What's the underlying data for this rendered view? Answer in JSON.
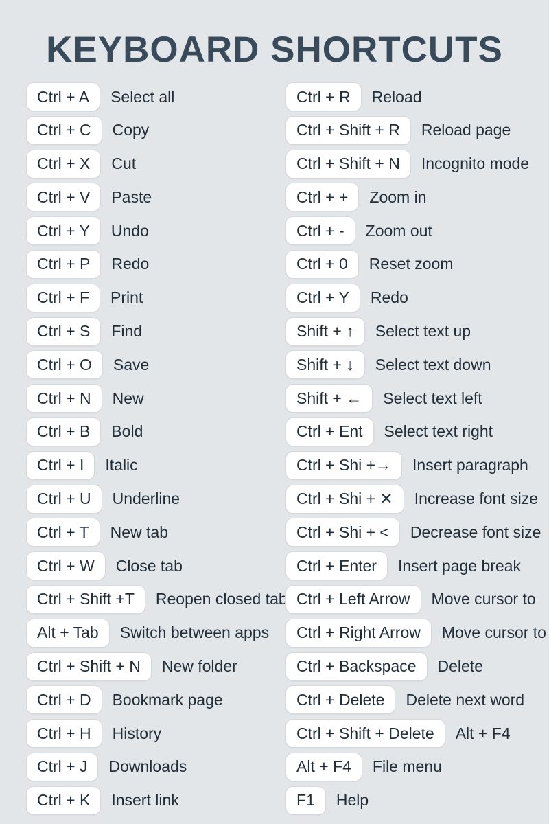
{
  "page": {
    "title": "KEYBOARD SHORTCUTS"
  },
  "colors": {
    "background": "#e3e6e9",
    "key_background": "#ffffff",
    "key_border": "#d4d9dd",
    "text": "#222f3a",
    "title": "#394b5b"
  },
  "shortcuts": {
    "left": [
      {
        "keys": "Ctrl + A",
        "action": "Select all"
      },
      {
        "keys": "Ctrl + C",
        "action": "Copy"
      },
      {
        "keys": "Ctrl + X",
        "action": "Cut"
      },
      {
        "keys": "Ctrl + V",
        "action": "Paste"
      },
      {
        "keys": "Ctrl + Y",
        "action": "Undo"
      },
      {
        "keys": "Ctrl + P",
        "action": "Redo"
      },
      {
        "keys": "Ctrl + F",
        "action": "Print"
      },
      {
        "keys": "Ctrl + S",
        "action": "Find"
      },
      {
        "keys": "Ctrl + O",
        "action": "Save"
      },
      {
        "keys": "Ctrl + N",
        "action": "New"
      },
      {
        "keys": "Ctrl + B",
        "action": "Bold"
      },
      {
        "keys": "Ctrl + I",
        "action": "Italic"
      },
      {
        "keys": "Ctrl + U",
        "action": "Underline"
      },
      {
        "keys": "Ctrl + T",
        "action": "New tab"
      },
      {
        "keys": "Ctrl + W",
        "action": "Close tab"
      },
      {
        "keys": "Ctrl + Shift +T",
        "action": "Reopen closed tab"
      },
      {
        "keys": "Alt + Tab",
        "action": "Switch between apps"
      },
      {
        "keys": "Ctrl + Shift + N",
        "action": "New folder"
      },
      {
        "keys": "Ctrl + D",
        "action": "Bookmark page"
      },
      {
        "keys": "Ctrl + H",
        "action": "History"
      },
      {
        "keys": "Ctrl + J",
        "action": "Downloads"
      },
      {
        "keys": "Ctrl + K",
        "action": "Insert link"
      }
    ],
    "right": [
      {
        "keys": "Ctrl + R",
        "action": "Reload"
      },
      {
        "keys": "Ctrl + Shift + R",
        "action": "Reload page"
      },
      {
        "keys": "Ctrl + Shift + N",
        "action": "Incognito mode"
      },
      {
        "keys": "Ctrl + +",
        "action": "Zoom in"
      },
      {
        "keys": "Ctrl + -",
        "action": "Zoom out"
      },
      {
        "keys": "Ctrl + 0",
        "action": "Reset zoom"
      },
      {
        "keys": "Ctrl + Y",
        "action": "Redo"
      },
      {
        "keys": "Shift + ↑",
        "action": "Select text up"
      },
      {
        "keys": "Shift + ↓",
        "action": "Select text down"
      },
      {
        "keys": "Shift + ←",
        "action": "Select text left"
      },
      {
        "keys": "Ctrl + Ent",
        "action": "Select text right"
      },
      {
        "keys": "Ctrl + Shi +→",
        "action": "Insert paragraph"
      },
      {
        "keys": "Ctrl + Shi + ✕",
        "action": "Increase font size"
      },
      {
        "keys": "Ctrl + Shi + <",
        "action": "Decrease font size"
      },
      {
        "keys": "Ctrl + Enter",
        "action": "Insert page break"
      },
      {
        "keys": "Ctrl + Left Arrow",
        "action": "Move cursor to"
      },
      {
        "keys": "Ctrl + Right Arrow",
        "action": "Move cursor to"
      },
      {
        "keys": "Ctrl + Backspace",
        "action": "Delete"
      },
      {
        "keys": "Ctrl + Delete",
        "action": "Delete next word"
      },
      {
        "keys": "Ctrl + Shift + Delete",
        "action": "Alt + F4"
      },
      {
        "keys": "Alt + F4",
        "action": "File menu"
      },
      {
        "keys": "F1",
        "action": "Help"
      }
    ]
  }
}
